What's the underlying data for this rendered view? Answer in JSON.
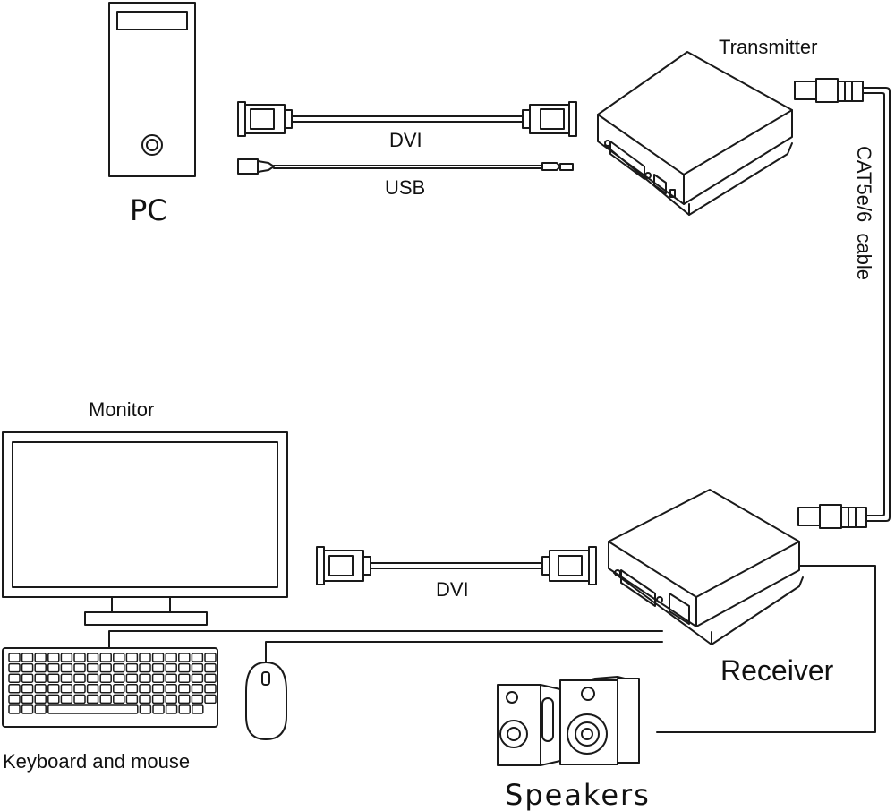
{
  "labels": {
    "pc": "PC",
    "transmitter": "Transmitter",
    "dvi_top": "DVI",
    "usb": "USB",
    "cable_vertical": "CAT5e/6  cable",
    "monitor": "Monitor",
    "dvi_bottom": "DVI",
    "receiver": "Receiver",
    "keyboard_mouse": "Keyboard and mouse",
    "speakers": "Speakers"
  },
  "colors": {
    "stroke": "#1a1a1a",
    "fill": "#ffffff",
    "text": "#111111"
  }
}
